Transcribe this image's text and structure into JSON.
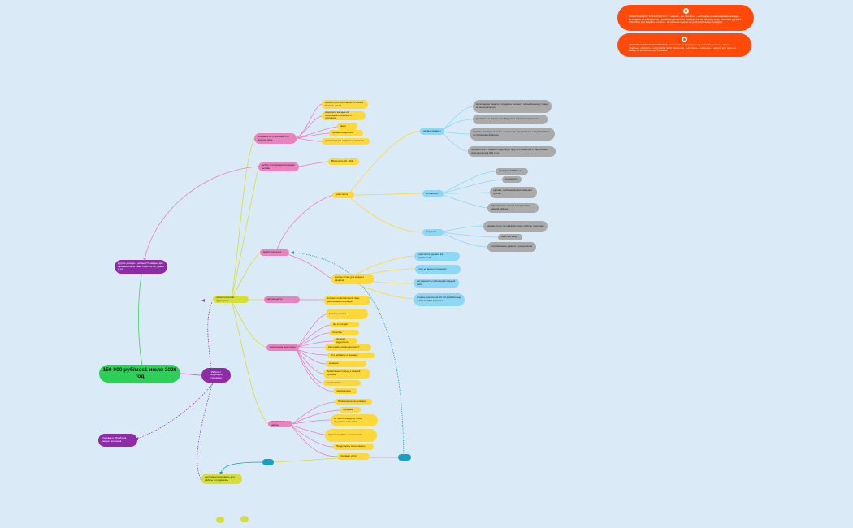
{
  "notes": [
    "КОНКУРЕНЦИЯ ПО РЕЗУЛЬТАТУ: 2 недели - до 1 вопроса - наблюдать и анализировать каждую, на каждом 50 конкурентов. Проанализировать 10 конкурентов по каждому шагу. Написать друзьям и близким для каждого контента. Не меньше недели на дополнительную проверку.",
    "КОНКУРЕНЦИЯ ПО РЕЗУЛЬТАТУ: 3 контента по каждому шагу, всего 21 контента, 5 тем отдельно, отметить конкурентов по 20 контентов, выполнить и отметить 3 недели все темы на выбор 50 контентов - до 15 шагов."
  ],
  "nodes": {
    "root": "150 000 руб/мес1 июля 2026 год",
    "work": "Работа с входящими сделками",
    "other_income": "Другие доходы с уебресь?? каждых две фреланселера, таже отделить +К, давно и т.д.",
    "passive": "упаковка и обработка каждого контента",
    "main_branch": "поиск клиентов/аудитория",
    "bottom_branch": "инструменты/сервисы для работы и продвигать",
    "create_block": "Создание из от жизней 3 по эпизоду день",
    "c1": "проекты для бесплатных и спектр бывших целей",
    "c2": "закрепить каждые из популярных пабликов и площадок",
    "c3": "фото",
    "c4": "проанализировать",
    "c5": "демонстрация созданных каналов",
    "pick_platform": "выбор платформы/площадки онлайн",
    "pick_child": "ВКонтакте VK, ВСЕ",
    "choose_content": "выбор контента",
    "to_start": "для старта",
    "stage1": "первый момент",
    "s1a": "Наполнение канала и создание контента по выбранному плану на месяц вперед",
    "s1b": "проверить и определить бюджет и способ продвижения",
    "s1c": "создать минимум 3 из 20+ элементов, продвижение каждой работы и публикации вовремя",
    "s1d": "проработать и создать подробную базу для развития и увеличения аудитории на 2 000 и т.д.",
    "stage2": "мотивация",
    "s2a": "минимум 20 000 шт",
    "s2b": "в процессе",
    "s2c": "сделать публикацию для канала и группы",
    "s2d": "Оформление канала и подготовка каждой работы",
    "stage3": "результат",
    "s3a": "сделать отчет по каждому этапу работы и метрики",
    "s3b": "работа в день",
    "s3c": "отслеживание данных и результатов",
    "content_plan": "контент план для каждого раздела",
    "cp1": "для старта сделать 10+ публикаций",
    "cp2": "тест на выбор площадок",
    "cp3": "регулярность публикаций каждый день",
    "cp4": "создать контент на 10–30 дней вперед и 100 из 1000 вовремя",
    "relevance": "актуальность",
    "rel_child": "контент по актуальной теме, реализовать в тренде",
    "engage": "вовлечение аудитории",
    "e1": "в чем ценность",
    "e2": "ЦА и портрет",
    "e3": "способы",
    "e4": "интерес аудитории",
    "e5": "Как начать писать контент?",
    "e6": "Что добавить к примеру",
    "e7": "реакция",
    "e8": "Правильный подход к каждой рубрике",
    "e9": "перспективы",
    "e10": "перспективы",
    "sell": "продажи и оферы",
    "f1": "Применение на примере",
    "f2": "продажа",
    "f3": "по чем по каждому этапу продавать клиентам",
    "f4": "практика работы с клиентами",
    "f5": "Предложить свои товары",
    "f6": "продажи услуг",
    "t1": "",
    "t2": ""
  },
  "colors": {
    "yellow": "#fdd83a",
    "olive": "#d6de3a",
    "pink": "#ea82c0",
    "blue": "#8ed8f6",
    "gray": "#aaaaaa",
    "purple": "#8e2ca8",
    "green": "#2dcf59",
    "teal": "#19a0c3",
    "orange": "#ff4a0a",
    "background": "#dbeaf7"
  }
}
